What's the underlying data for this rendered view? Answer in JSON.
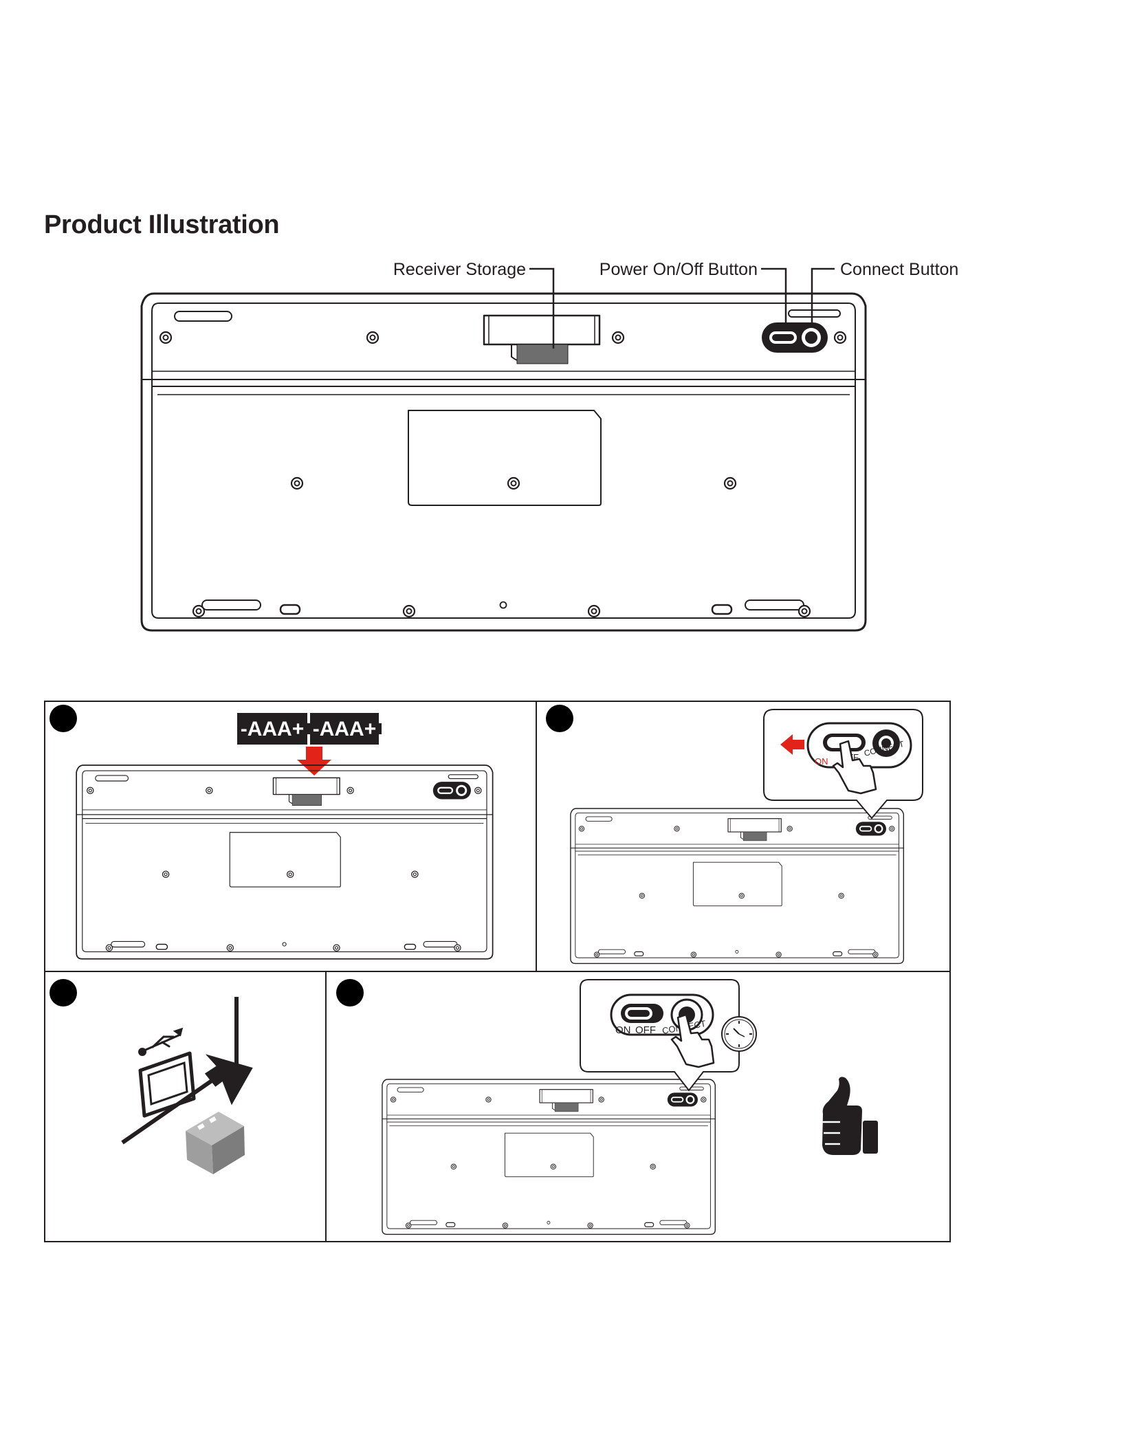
{
  "page": {
    "title": "Product Illustration"
  },
  "callouts": {
    "receiver_storage": "Receiver Storage",
    "power_button": "Power On/Off Button",
    "connect_button": "Connect Button"
  },
  "battery": {
    "label": "-AAA+"
  },
  "switch": {
    "on": "ON",
    "off": "OFF",
    "connect": "CONNECT"
  },
  "icons": [
    "battery-icon",
    "arrow-icon",
    "hand-pointer-icon",
    "usb-icon",
    "usb-receiver-icon",
    "clock-icon",
    "thumbs-up-icon"
  ],
  "colors": {
    "ink": "#231f20",
    "accent_red": "#e2231a",
    "receiver_gray": "#8a8a8a"
  }
}
